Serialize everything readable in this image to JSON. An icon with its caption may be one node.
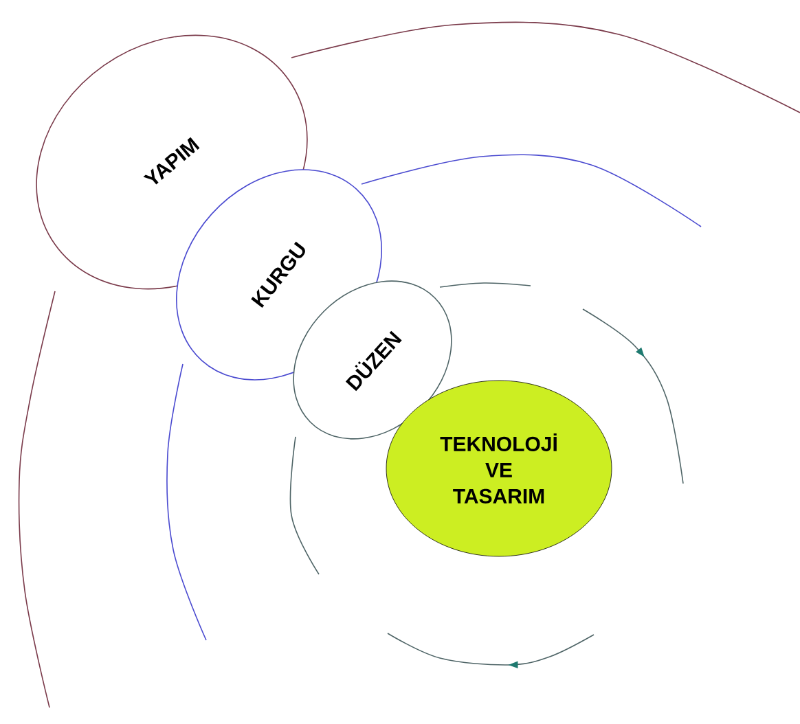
{
  "diagram": {
    "nodes": [
      {
        "text": [
          "YAPIM"
        ]
      },
      {
        "text": [
          "KURGU"
        ]
      },
      {
        "text": [
          "DÜZEN"
        ]
      },
      {
        "text": [
          "TEKNOLOJİ VE TASARIM"
        ]
      }
    ]
  }
}
